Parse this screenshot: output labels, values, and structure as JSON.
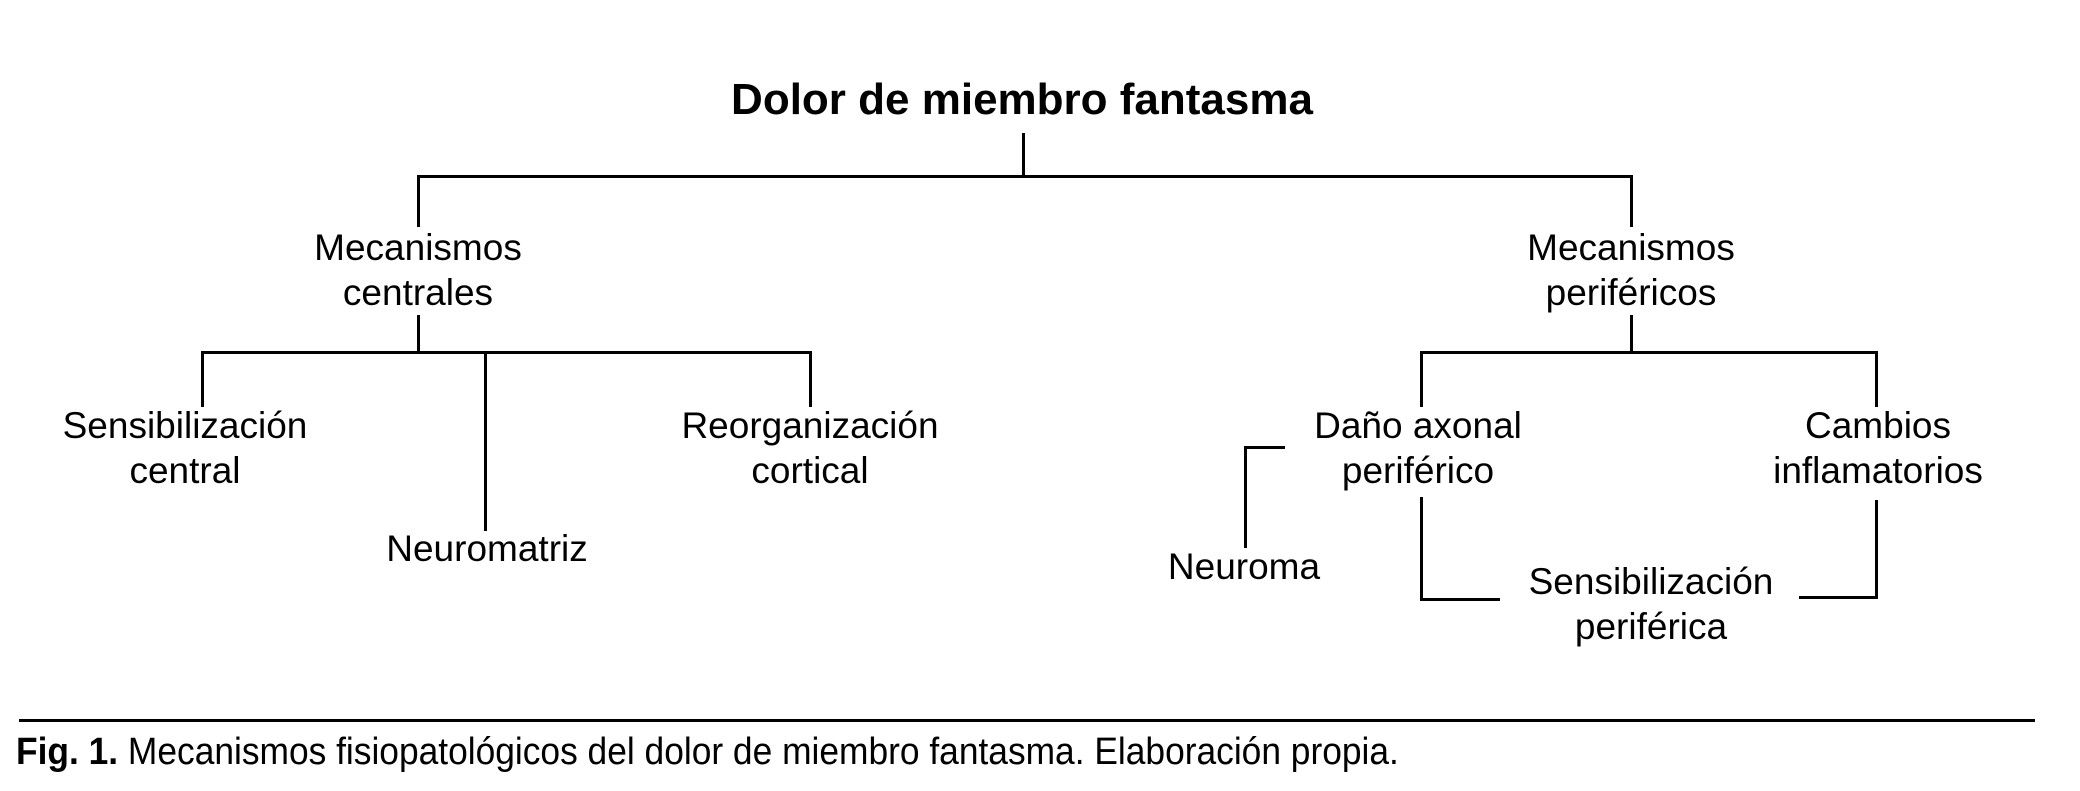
{
  "colors": {
    "background": "#ffffff",
    "ink": "#000000"
  },
  "nodes": {
    "root": "Dolor de miembro fantasma",
    "mecanismos_centrales": "Mecanismos\ncentrales",
    "mecanismos_perifericos": "Mecanismos\nperiféricos",
    "sensibilizacion_central": "Sensibilización\ncentral",
    "neuromatriz": "Neuromatriz",
    "reorganizacion_cortical": "Reorganización\ncortical",
    "dano_axonal_periferico": "Daño axonal\nperiférico",
    "cambios_inflamatorios": "Cambios\ninflamatorios",
    "neuroma": "Neuroma",
    "sensibilizacion_periferica": "Sensibilización\nperiférica"
  },
  "hierarchy": {
    "root": "Dolor de miembro fantasma",
    "children": {
      "Mecanismos centrales": [
        "Sensibilización central",
        "Neuromatriz",
        "Reorganización cortical"
      ],
      "Mecanismos periféricos": [
        "Daño axonal periférico",
        "Cambios inflamatorios"
      ]
    },
    "extra_links": [
      {
        "from": "Daño axonal periférico",
        "to": "Neuroma"
      },
      {
        "from": "Daño axonal periférico",
        "to": "Sensibilización periférica"
      },
      {
        "from": "Cambios inflamatorios",
        "to": "Sensibilización periférica"
      }
    ]
  },
  "caption": {
    "label": "Fig. 1.",
    "text": " Mecanismos fisiopatológicos del dolor de miembro fantasma. Elaboración propia."
  }
}
